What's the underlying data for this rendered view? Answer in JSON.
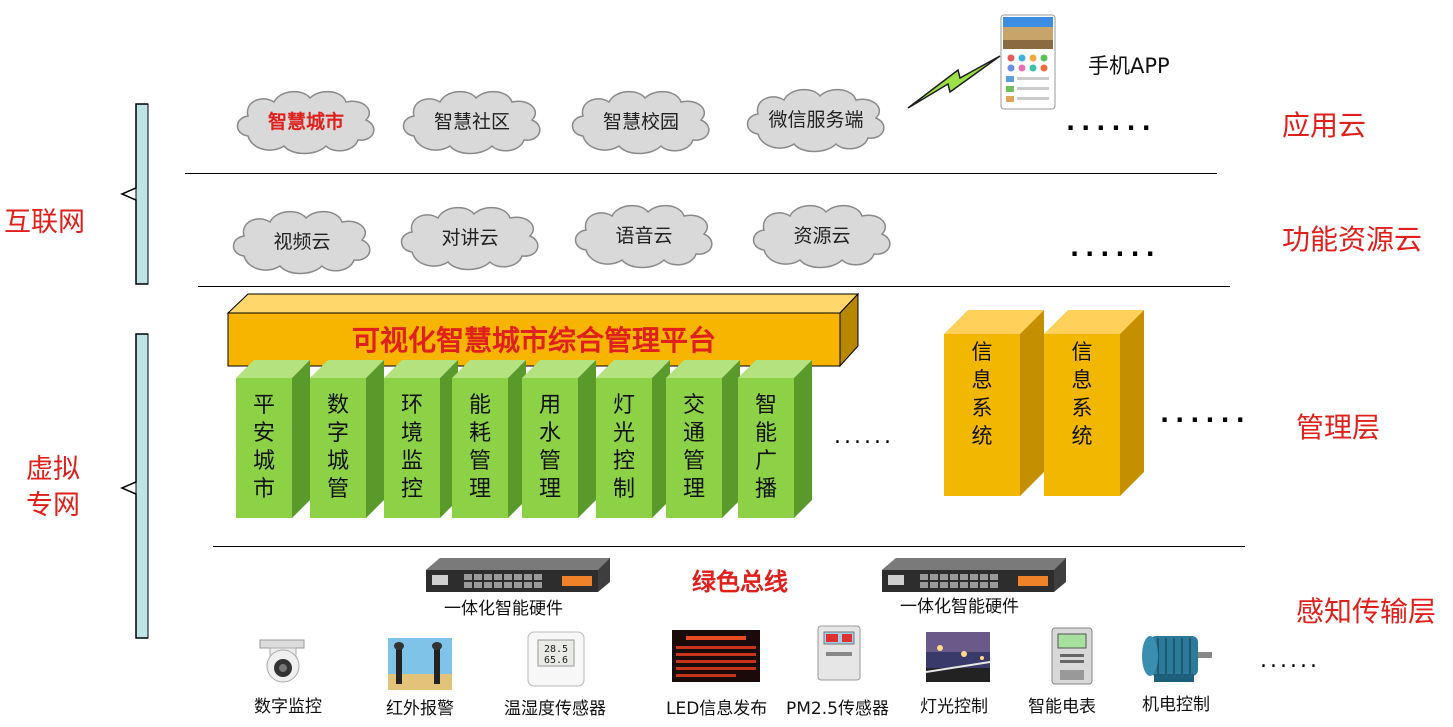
{
  "side_labels": {
    "internet": "互联网",
    "virtual_net_line1": "虚拟",
    "virtual_net_line2": "专网"
  },
  "layers": {
    "app_cloud": "应用云",
    "func_cloud": "功能资源云",
    "mgmt": "管理层",
    "sensing": "感知传输层"
  },
  "app_clouds": [
    {
      "label": "智慧城市",
      "highlight": true
    },
    {
      "label": "智慧社区",
      "highlight": false
    },
    {
      "label": "智慧校园",
      "highlight": false
    },
    {
      "label": "微信服务端",
      "highlight": false
    }
  ],
  "func_clouds": [
    {
      "label": "视频云"
    },
    {
      "label": "对讲云"
    },
    {
      "label": "语音云"
    },
    {
      "label": "资源云"
    }
  ],
  "mobile_app": "手机APP",
  "ellipsis": {
    "app": "......",
    "func": "......",
    "mgmt_mid": "......",
    "mgmt_right": "......",
    "sensor": "......"
  },
  "platform": "可视化智慧城市综合管理平台",
  "modules": [
    "平安城市",
    "数字城管",
    "环境监控",
    "能耗管理",
    "用水管理",
    "灯光控制",
    "交通管理",
    "智能广播"
  ],
  "info_systems": [
    "信息系统",
    "信息系统"
  ],
  "hardware": [
    "一体化智能硬件",
    "一体化智能硬件"
  ],
  "green_bus": "绿色总线",
  "sensors": [
    "数字监控",
    "红外报警",
    "温湿度传感器",
    "LED信息发布",
    "PM2.5传感器",
    "灯光控制",
    "智能电表",
    "机电控制"
  ],
  "colors": {
    "accent_red": "#e0201c",
    "module_green": "#8cd146",
    "platform_yellow": "#f7b500",
    "info_yellow": "#f2b700",
    "bracket_cyan": "#bfe4e8"
  }
}
